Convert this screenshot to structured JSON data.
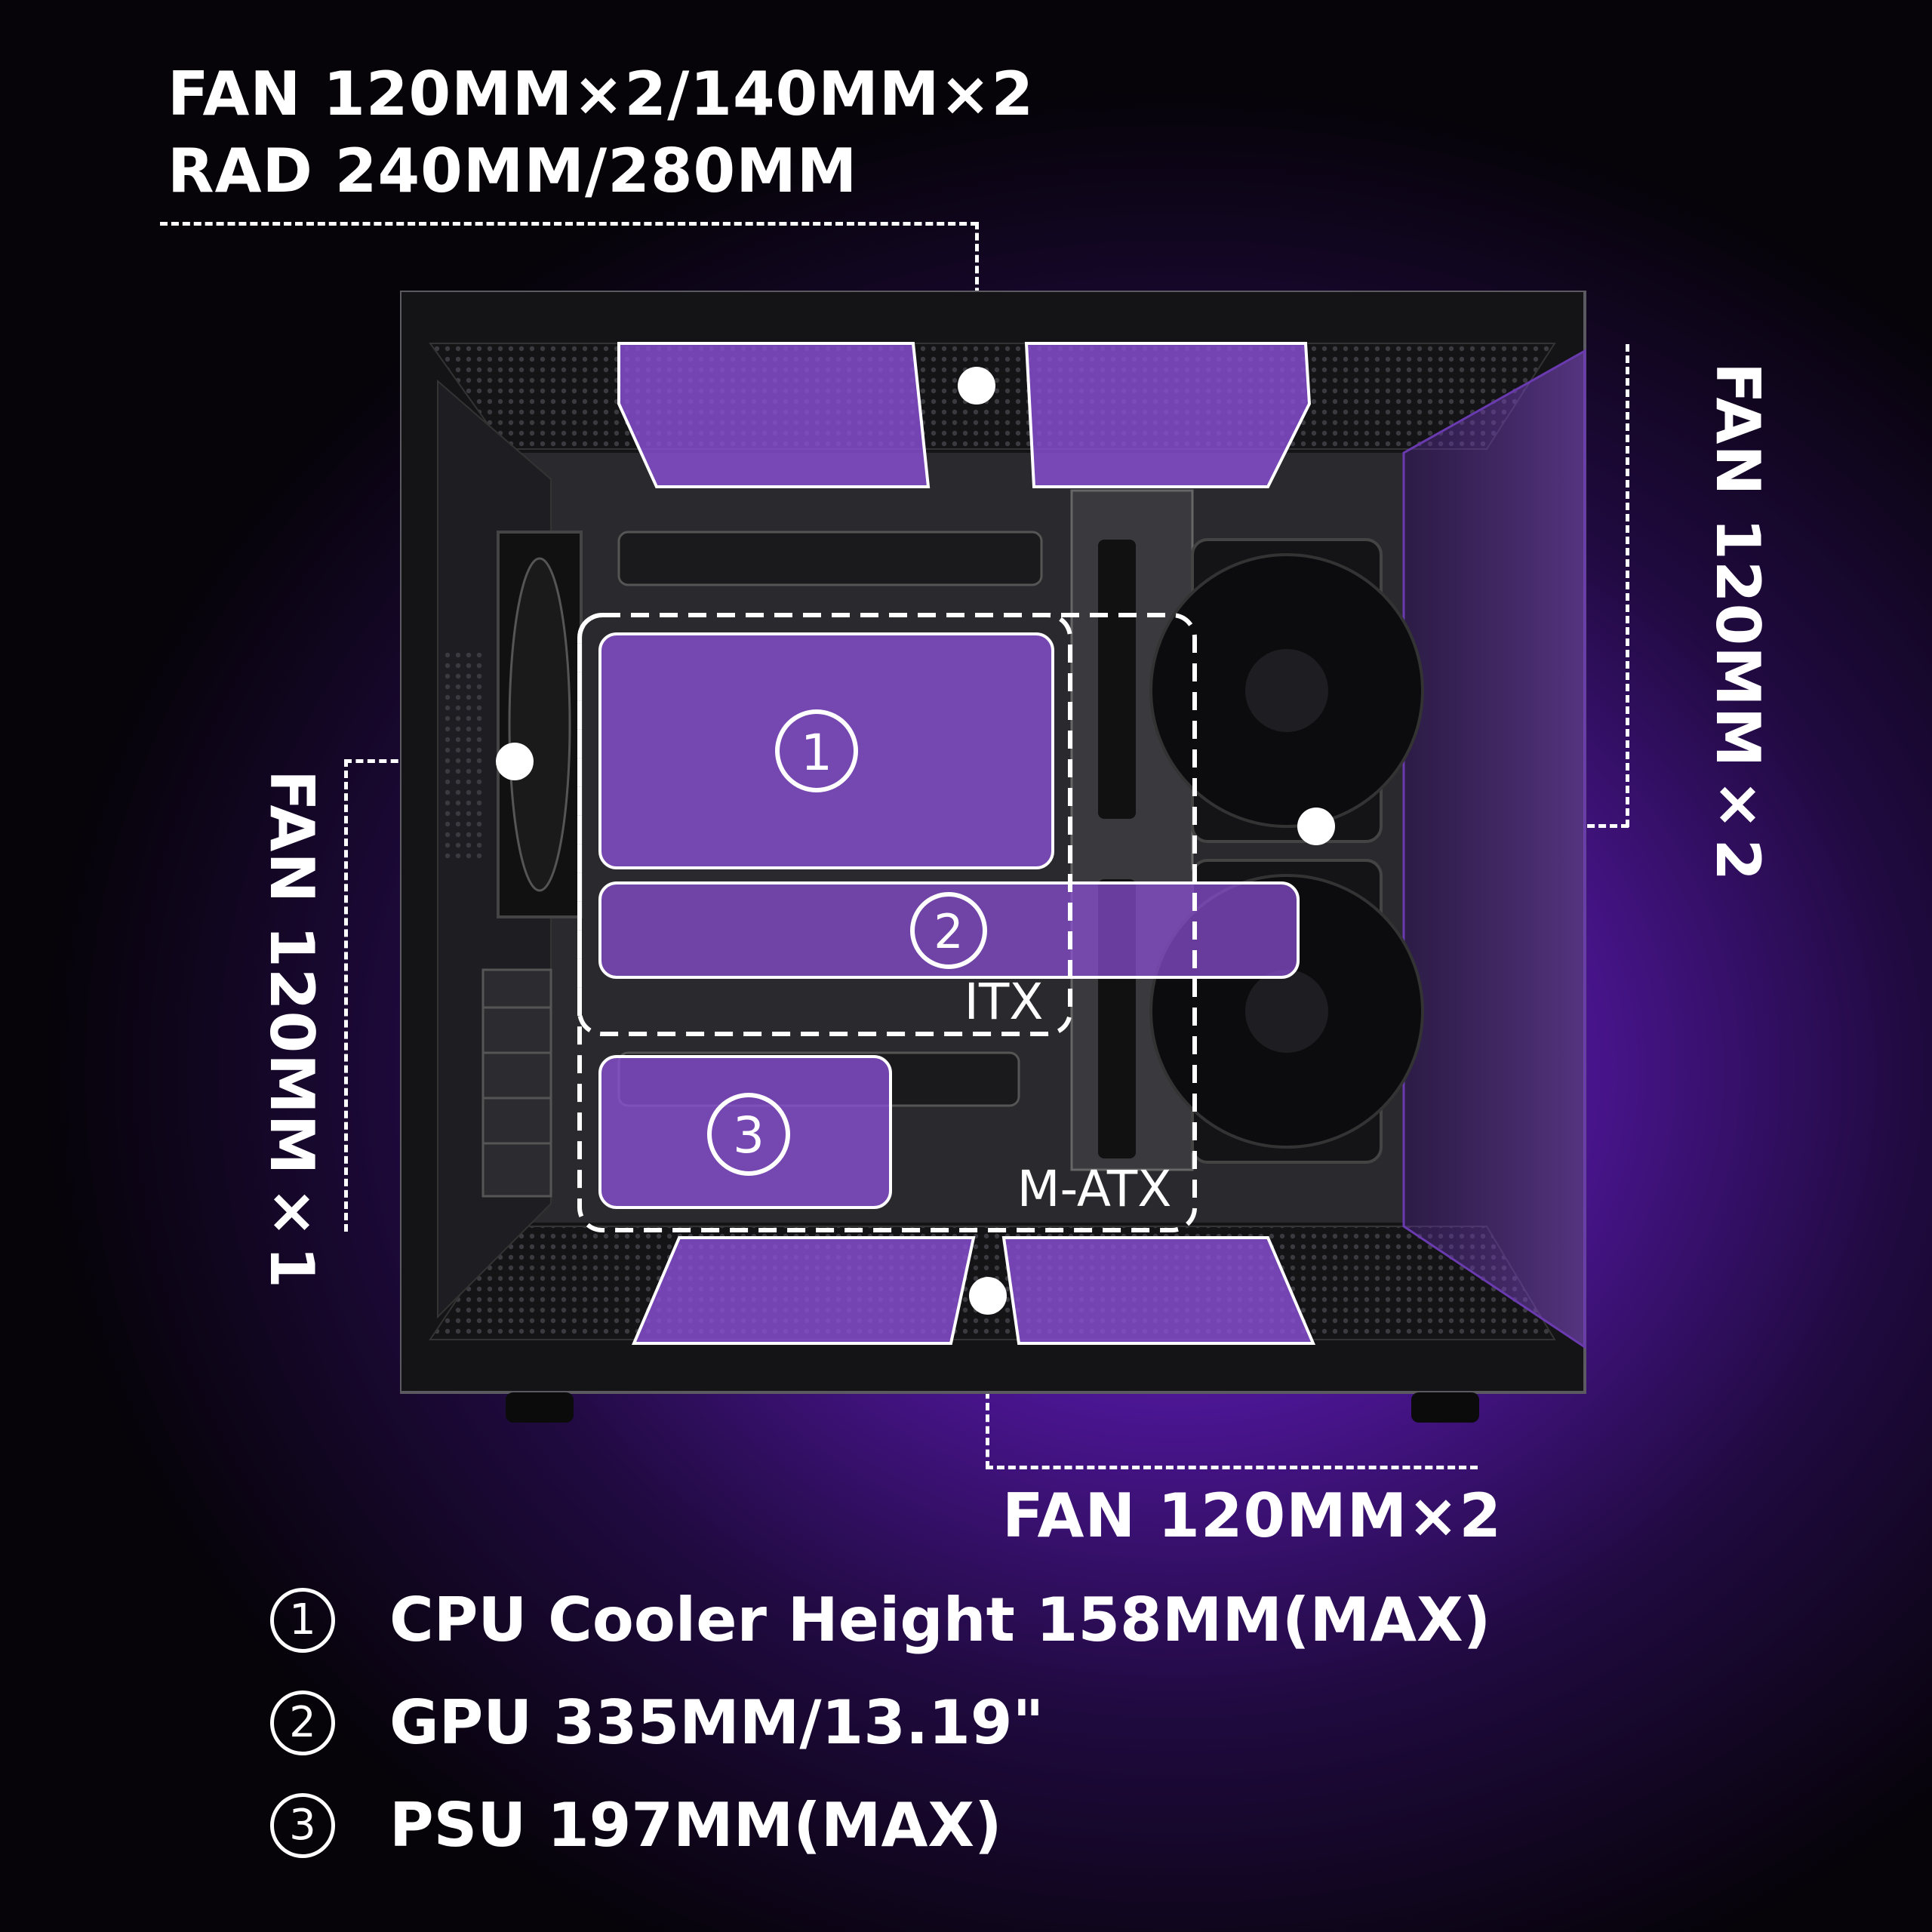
{
  "labels": {
    "top_fan": "FAN 120MM×2/140MM×2",
    "top_rad": "RAD 240MM/280MM",
    "right_fan": "FAN 120MM×2",
    "left_fan": "FAN 120MM×1",
    "bottom_fan": "FAN 120MM×2",
    "itx": "ITX",
    "matx": "M-ATX"
  },
  "markers": [
    "1",
    "2",
    "3"
  ],
  "legend": [
    {
      "num": "1",
      "text": "CPU Cooler Height 158MM(MAX)"
    },
    {
      "num": "2",
      "text": "GPU 335MM/13.19\""
    },
    {
      "num": "3",
      "text": "PSU 197MM(MAX)"
    }
  ],
  "colors": {
    "zone_fill": "#8a4fd6",
    "accent": "#7a2fd0",
    "case_body": "#1c1c1f"
  }
}
